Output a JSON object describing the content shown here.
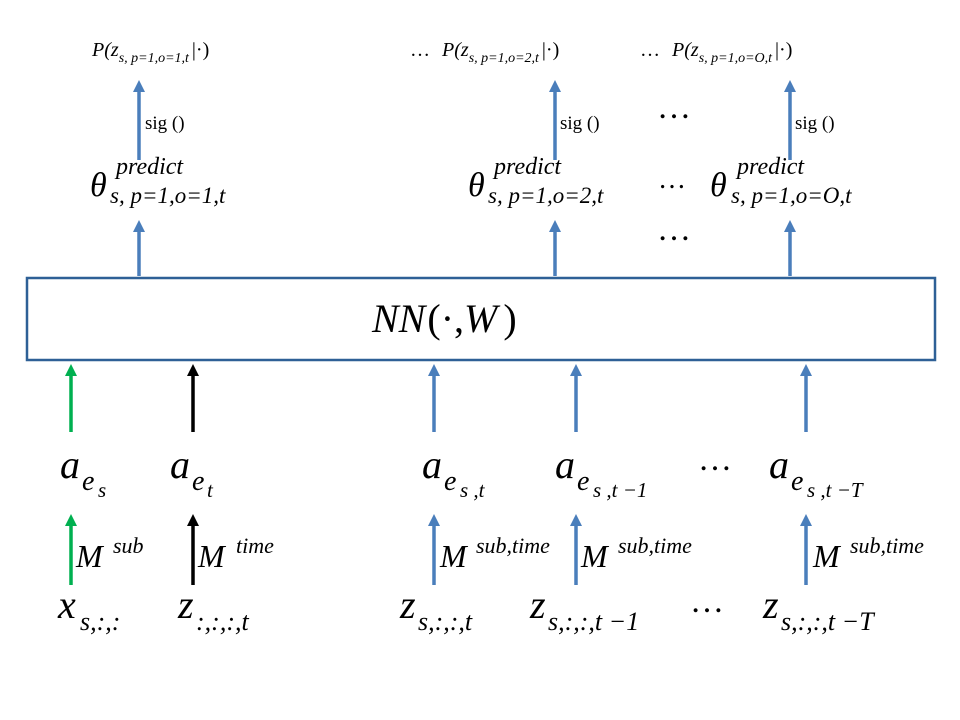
{
  "network": {
    "label": "NN(·,W)",
    "label_parts": {
      "name": "NN",
      "open": "(",
      "dot": "·",
      "comma": ",",
      "weight": "W",
      "close": ")"
    }
  },
  "probabilities": {
    "p1": {
      "func": "P(",
      "var": "z",
      "sub": "s, p=1,o=1,t",
      "given": "|·)"
    },
    "p2": {
      "prefix": "…",
      "func": "P(",
      "var": "z",
      "sub": "s, p=1,o=2,t",
      "given": "|·)"
    },
    "p3": {
      "prefix": "…",
      "func": "P(",
      "var": "z",
      "sub": "s, p=1,o=O,t",
      "given": "|·)"
    }
  },
  "sigmoid_label": "sig ()",
  "thetas": {
    "t1": {
      "symbol": "θ",
      "sup": "predict",
      "sub": "s, p=1,o=1,t"
    },
    "t2": {
      "symbol": "θ",
      "sup": "predict",
      "sub": "s, p=1,o=2,t"
    },
    "t3": {
      "symbol": "θ",
      "sup": "predict",
      "sub": "s, p=1,o=O,t"
    }
  },
  "ellipsis": "…",
  "embeddings": {
    "a1": {
      "var": "a",
      "base": "e",
      "sub": "s"
    },
    "a2": {
      "var": "a",
      "base": "e",
      "sub": "t"
    },
    "a3": {
      "var": "a",
      "base": "e",
      "sub": "s ,t"
    },
    "a4": {
      "var": "a",
      "base": "e",
      "sub": "s ,t −1"
    },
    "a5": {
      "var": "a",
      "base": "e",
      "sub": "s ,t −T"
    }
  },
  "matrices": {
    "m1": {
      "var": "M",
      "sup": "sub"
    },
    "m2": {
      "var": "M",
      "sup": "time"
    },
    "m3": {
      "var": "M",
      "sup": "sub,time"
    },
    "m4": {
      "var": "M",
      "sup": "sub,time"
    },
    "m5": {
      "var": "M",
      "sup": "sub,time"
    }
  },
  "inputs": {
    "i1": {
      "var": "x",
      "sub": "s,:,:"
    },
    "i2": {
      "var": "z",
      "sub": ":,:,:,t"
    },
    "i3": {
      "var": "z",
      "sub": "s,:,:,t"
    },
    "i4": {
      "var": "z",
      "sub": "s,:,:,t −1"
    },
    "i5": {
      "var": "z",
      "sub": "s,:,:,t −T"
    }
  },
  "colors": {
    "blue_arrow": "#4a7ebb",
    "green_arrow": "#00b050",
    "black_arrow": "#000000",
    "box_border": "#2e6096",
    "text": "#000000"
  },
  "icons": {
    "arrow": "arrow-up"
  }
}
